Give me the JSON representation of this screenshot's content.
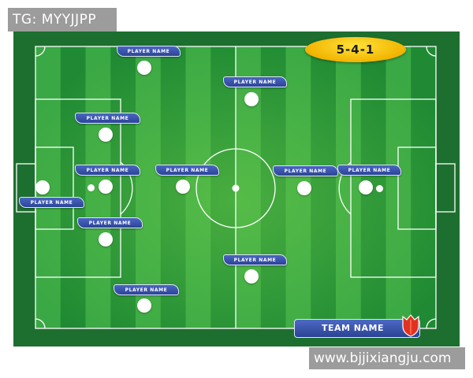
{
  "watermarks": {
    "top": "TG: MYYJJPP",
    "bottom": "www.bjjixiangju.com"
  },
  "formation": "5-4-1",
  "team_name": "TEAM NAME",
  "players": [
    {
      "label": "PLAYER NAME"
    },
    {
      "label": "PLAYER NAME"
    },
    {
      "label": "PLAYER NAME"
    },
    {
      "label": "PLAYER NAME"
    },
    {
      "label": "PLAYER NAME"
    },
    {
      "label": "PLAYER NAME"
    },
    {
      "label": "PLAYER NAME"
    },
    {
      "label": "PLAYER NAME"
    },
    {
      "label": "PLAYER NAME"
    },
    {
      "label": "PLAYER NAME"
    },
    {
      "label": "PLAYER NAME"
    }
  ],
  "colors": {
    "grass_light": "#3aa844",
    "grass_dark": "#1f8a33",
    "frame": "#1d6f2f",
    "plate": "#3652ad",
    "formation_badge": "#f5c400",
    "shield": "#e2321f"
  },
  "icons": [
    "shield-icon"
  ]
}
